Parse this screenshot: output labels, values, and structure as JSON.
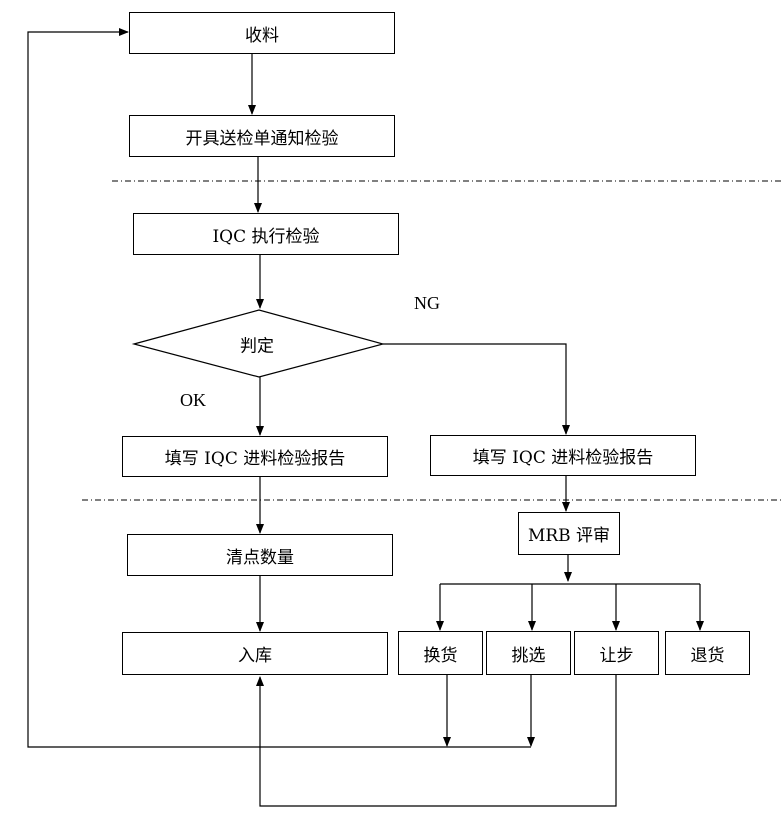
{
  "nodes": {
    "receive": "收料",
    "notice": "开具送检单通知检验",
    "iqc_inspect": "IQC 执行检验",
    "judge": "判定",
    "report_ok": "填写 IQC 进料检验报告",
    "report_ng": "填写 IQC 进料检验报告",
    "mrb": "MRB 评审",
    "count": "清点数量",
    "warehouse": "入库",
    "exchange": "换货",
    "sort": "挑选",
    "concession": "让步",
    "return": "退货"
  },
  "labels": {
    "ng": "NG",
    "ok": "OK"
  }
}
